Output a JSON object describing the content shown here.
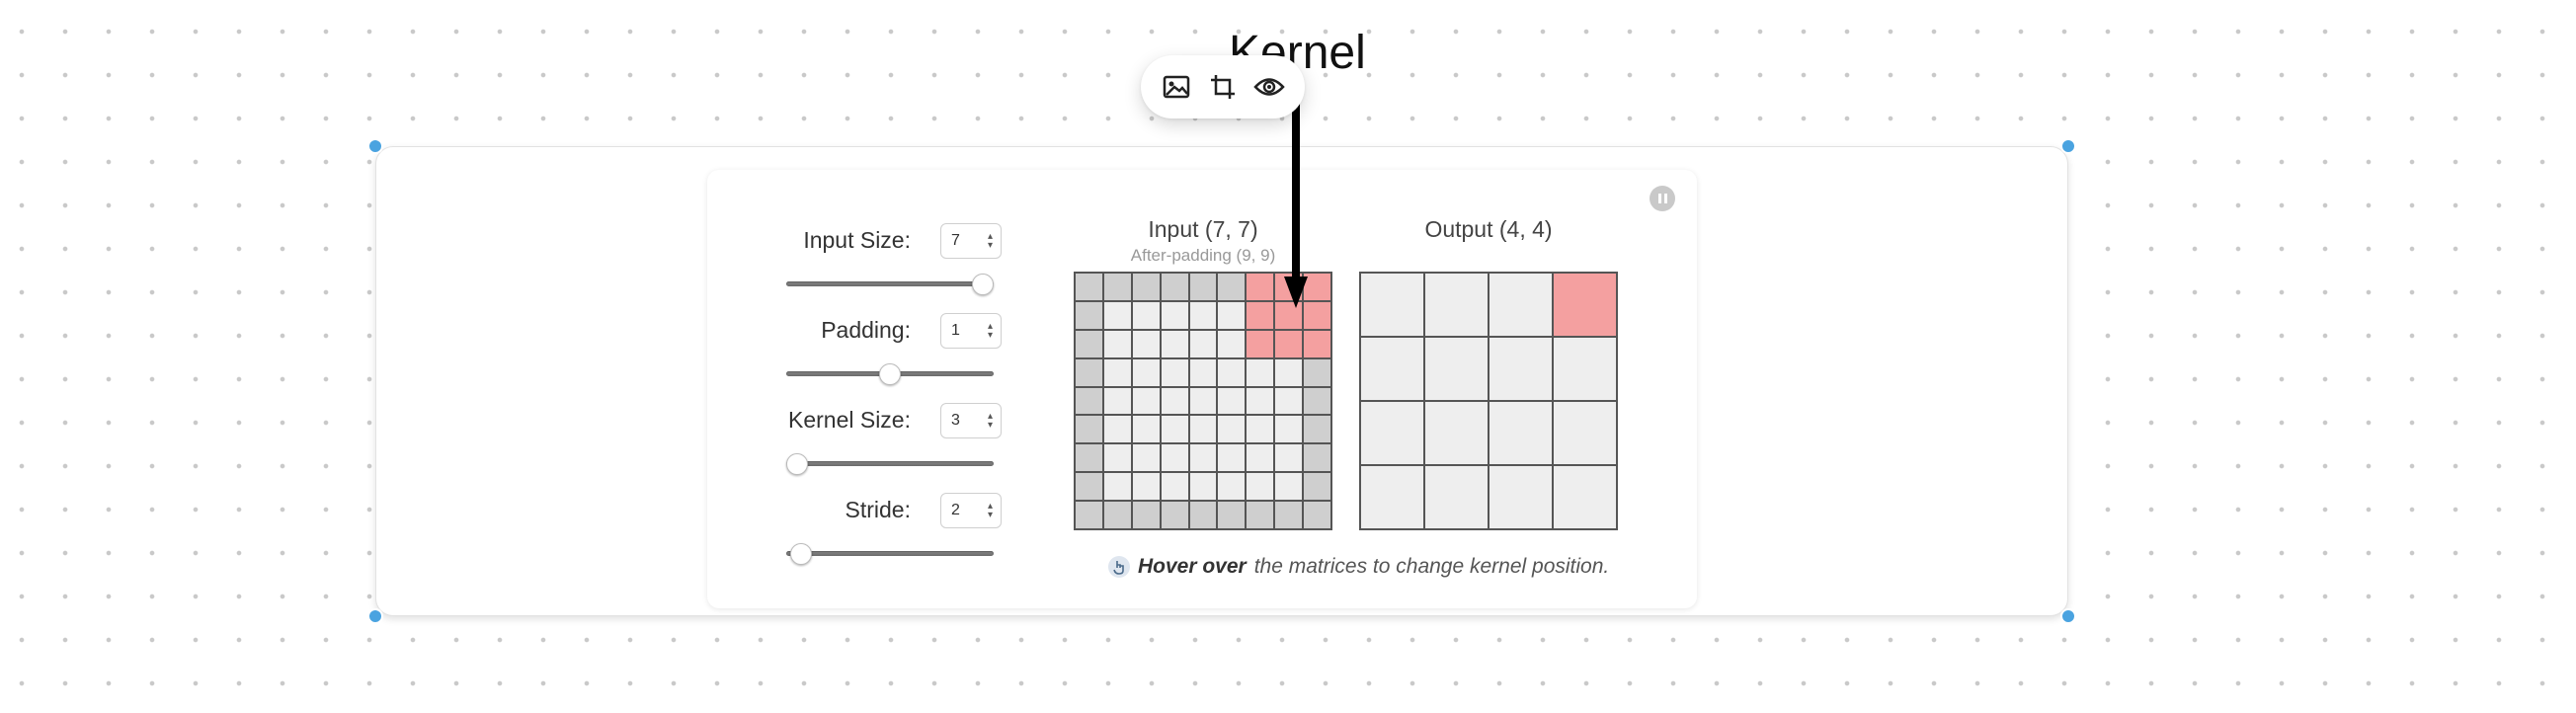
{
  "page": {
    "title": "Kernel"
  },
  "toolbar": {
    "icons": [
      "image-icon",
      "crop-icon",
      "eye-icon"
    ]
  },
  "controls": {
    "input_size": {
      "label": "Input Size:",
      "value": "7",
      "fraction": 1.0
    },
    "padding": {
      "label": "Padding:",
      "value": "1",
      "fraction": 0.5
    },
    "kernel_size": {
      "label": "Kernel Size:",
      "value": "3",
      "fraction": 0.0
    },
    "stride": {
      "label": "Stride:",
      "value": "2",
      "fraction": 0.02
    }
  },
  "input_matrix": {
    "title": "Input (7, 7)",
    "subtitle": "After-padding (9, 9)",
    "size": 9,
    "padding": 1,
    "kernel_size": 3,
    "kernel_position": [
      0,
      6
    ]
  },
  "output_matrix": {
    "title": "Output (4, 4)",
    "size": 4,
    "highlight": [
      0,
      3
    ]
  },
  "hint": {
    "bold": "Hover over",
    "rest": "the matrices to change kernel position."
  },
  "colors": {
    "highlight": "#f4a0a0",
    "padding_cell": "#cfcfcf",
    "cell": "#eeeeee",
    "handle": "#4aa3e0"
  }
}
